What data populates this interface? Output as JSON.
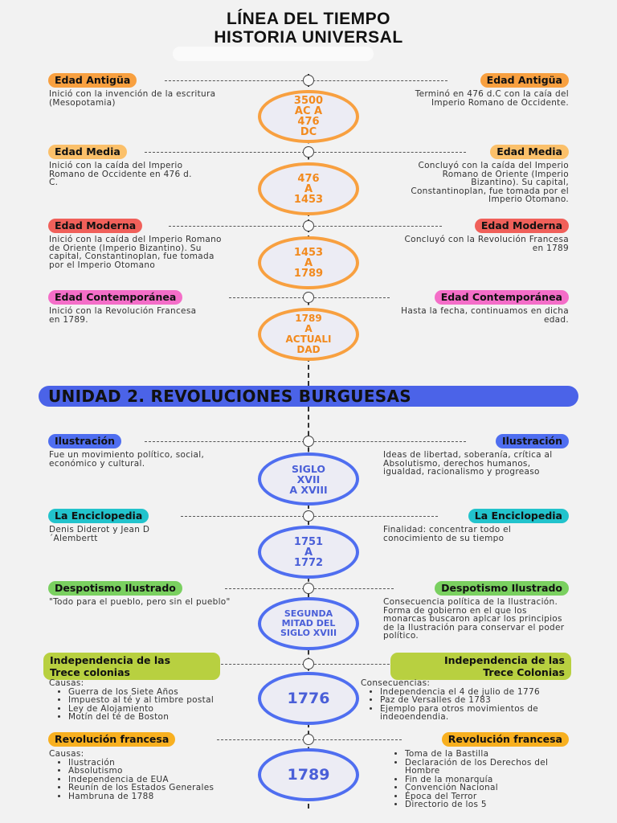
{
  "title": {
    "line1": "LÍNEA DEL TIEMPO",
    "line2": "HISTORIA UNIVERSAL"
  },
  "periods": [
    {
      "left_pill": "Edad Antigüa",
      "right_pill": "Edad Antigüa",
      "left_text": "Inició con la invención de la escritura (Mesopotamia)",
      "right_text": "Terminó en 476 d.C con la caía del Imperio Romano de Occidente.",
      "circle": [
        "3500",
        "AC A",
        "476",
        "DC"
      ],
      "color": "#f8a040"
    },
    {
      "left_pill": "Edad Media",
      "right_pill": "Edad Media",
      "left_text": "Inició con la caída del Imperio Romano de Occidente en 476 d. C.",
      "right_text": "Concluyó con la caída del Imperio Romano de Oriente (Imperio Bizantino). Su capital, Constantinoplan, fue tomada por el Imperio Otomano.",
      "circle": [
        "476",
        "A",
        "1453"
      ],
      "color": "#fbc06a"
    },
    {
      "left_pill": "Edad Moderna",
      "right_pill": "Edad Moderna",
      "left_text": "Inició con la caída del Imperio Romano de Oriente (Imperio Bizantino). Su capital, Constantinoplan, fue tomada por el Imperio Otomano",
      "right_text": "Concluyó con la Revolución Francesa en 1789",
      "circle": [
        "1453",
        "A",
        "1789"
      ],
      "color": "#f0605a"
    },
    {
      "left_pill": "Edad Contemporánea",
      "right_pill": "Edad Contemporánea",
      "left_text": "Inició con la Revolución Francesa en 1789.",
      "right_text": "Hasta la fecha, continuamos en dicha edad.",
      "circle": [
        "1789",
        "A",
        "ACTUALI",
        "DAD"
      ],
      "color": "#f46ec8"
    }
  ],
  "banner": "UNIDAD 2. REVOLUCIONES BURGUESAS",
  "unit2": [
    {
      "left_pill": "Ilustración",
      "right_pill": "Ilustración",
      "left_text": "Fue un movimiento político, social, económico y cultural.",
      "right_text": "Ideas de libertad, soberanía, crítica al Absolutismo, derechos humanos, igualdad, racionalismo y progreaso",
      "circle": [
        "SIGLO",
        "XVII",
        "A XVIII"
      ],
      "color": "#4f6ef0"
    },
    {
      "left_pill": "La Enciclopedia",
      "right_pill": "La Enciclopedia",
      "left_text": "Denis Diderot y Jean D ´Alembertt",
      "right_text": "Finalidad: concentrar todo el conocimiento de su tiempo",
      "circle": [
        "1751",
        "A",
        "1772"
      ],
      "color": "#22c3cc"
    },
    {
      "left_pill": "Despotismo Ilustrado",
      "right_pill": "Despotismo Ilustrado",
      "left_text": "\"Todo para el pueblo, pero sin el pueblo\"",
      "right_text": "Consecuencia política de la Ilustración. Forma de gobierno en el que los monarcas buscaron aplcar los principios de la Ilustración para conservar el poder político.",
      "circle": [
        "SEGUNDA",
        "MITAD DEL",
        "SIGLO XVIII"
      ],
      "color": "#7ad060"
    }
  ],
  "independencia": {
    "left_pill": [
      "Independencia de las",
      "Trece colonias"
    ],
    "right_pill": [
      "Independencia de las",
      "Trece Colonias"
    ],
    "left_label": "Causas:",
    "left_items": [
      "Guerra de los Siete Años",
      "Impuesto al té y al timbre postal",
      "Ley de Alojamiento",
      "Motín del té de Boston"
    ],
    "right_label": "Consecuencias:",
    "right_items": [
      "Independencia el 4 de julio de 1776",
      "Paz de Versalles de 1783",
      "Ejemplo para otros movimientos de indeoendendia."
    ],
    "circle": "1776",
    "color": "#b8d040"
  },
  "revolucion": {
    "left_pill": "Revolución francesa",
    "right_pill": "Revolución francesa",
    "left_label": "Causas:",
    "left_items": [
      "Ilustración",
      "Absolutismo",
      "Independencia de EUA",
      "Reunín de los Estados Generales",
      "Hambruna de 1788"
    ],
    "right_items": [
      "Toma de la Bastilla",
      "Declaración de los Derechos del Hombre",
      "Fin de la monarquía",
      "Convención Nacional",
      "Época del Terror",
      "Directorio de los 5"
    ],
    "circle": "1789",
    "color": "#f8b020"
  }
}
